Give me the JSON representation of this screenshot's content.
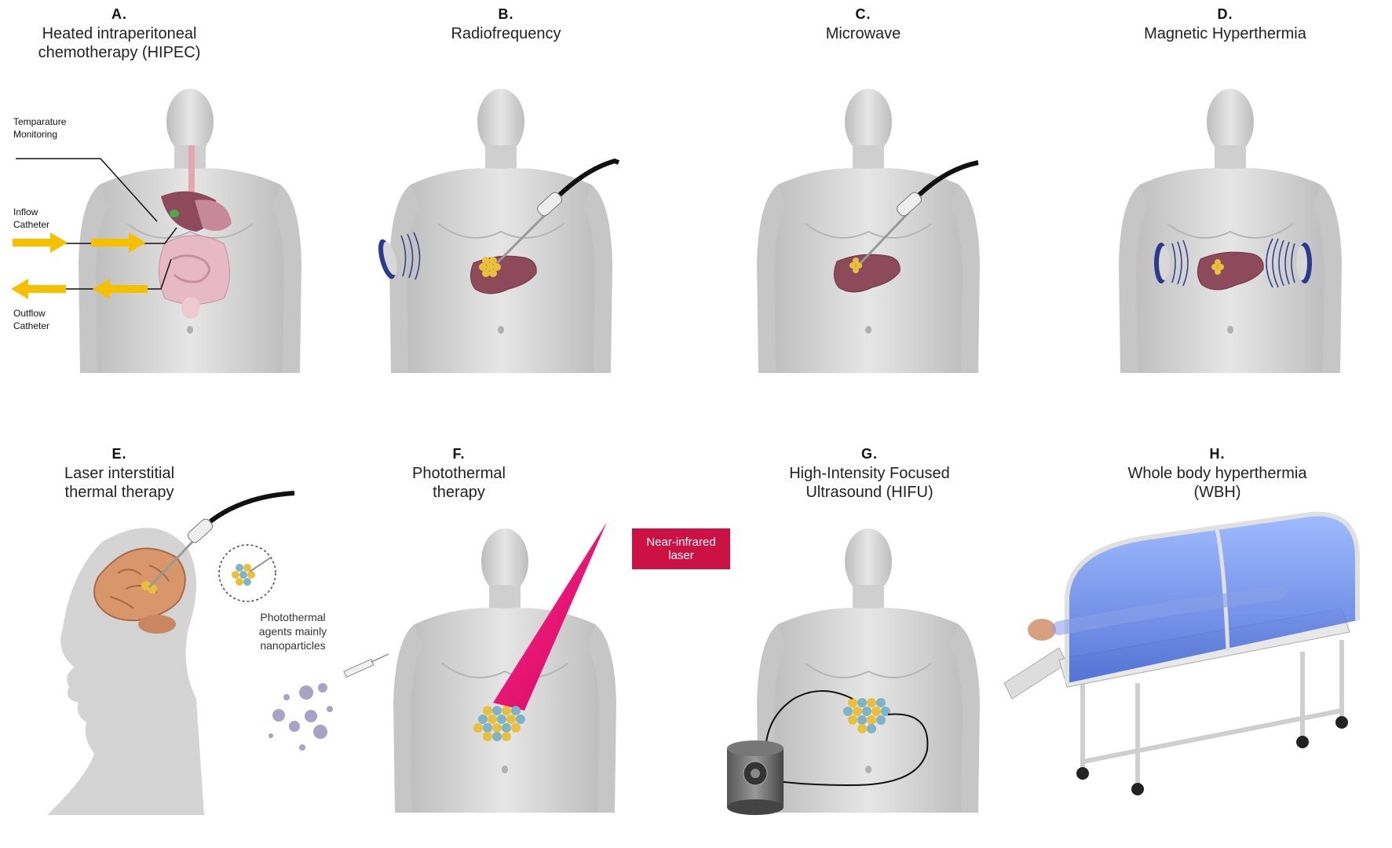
{
  "panels": [
    {
      "letter": "A.",
      "title_lines": [
        "Heated intraperitoneal",
        "chemotherapy (HIPEC)"
      ]
    },
    {
      "letter": "B.",
      "title_lines": [
        "Radiofrequency"
      ]
    },
    {
      "letter": "C.",
      "title_lines": [
        "Microwave"
      ]
    },
    {
      "letter": "D.",
      "title_lines": [
        "Magnetic Hyperthermia"
      ]
    },
    {
      "letter": "E.",
      "title_lines": [
        "Laser interstitial",
        "thermal therapy"
      ]
    },
    {
      "letter": "F.",
      "title_lines": [
        "Photothermal",
        "therapy"
      ]
    },
    {
      "letter": "G.",
      "title_lines": [
        "High-Intensity Focused",
        "Ultrasound (HIFU)"
      ]
    },
    {
      "letter": "H.",
      "title_lines": [
        "Whole body hyperthermia",
        "(WBH)"
      ]
    }
  ],
  "annotations": {
    "temperature": [
      "Temparature",
      "Monitoring"
    ],
    "inflow": [
      "Inflow",
      "Catheter"
    ],
    "outflow": [
      "Outflow",
      "Catheter"
    ],
    "photothermal_agents": [
      "Photothermal",
      "agents mainly",
      "nanoparticles"
    ],
    "nir_laser": [
      "Near-infrared",
      "laser"
    ]
  },
  "colors": {
    "body": "#d2d2d2",
    "liver": "#8c4a5a",
    "coil": "#2b3a8c",
    "arrow": "#f5c000",
    "laser": "#e0106e",
    "nir_box": "#cc1144",
    "brain": "#d8966a",
    "tank": "#6a8ee0"
  }
}
